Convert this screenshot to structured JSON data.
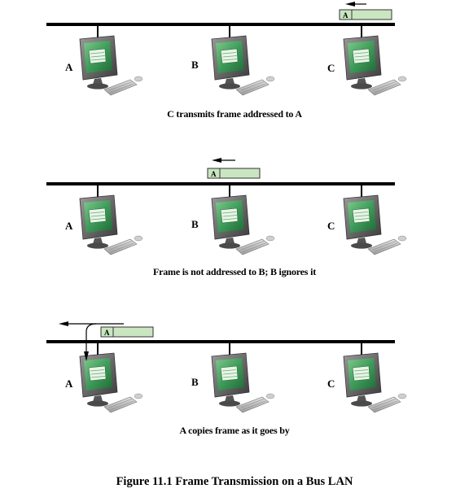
{
  "panels": [
    {
      "nodes": [
        {
          "label": "A"
        },
        {
          "label": "B"
        },
        {
          "label": "C"
        }
      ],
      "frame": {
        "label": "A",
        "position": "over-C",
        "direction": "left"
      },
      "caption": "C transmits frame addressed to A"
    },
    {
      "nodes": [
        {
          "label": "A"
        },
        {
          "label": "B"
        },
        {
          "label": "C"
        }
      ],
      "frame": {
        "label": "A",
        "position": "over-B",
        "direction": "left"
      },
      "caption": "Frame is not addressed to B; B ignores it"
    },
    {
      "nodes": [
        {
          "label": "A"
        },
        {
          "label": "B"
        },
        {
          "label": "C"
        }
      ],
      "frame": {
        "label": "A",
        "position": "over-A",
        "direction": "left",
        "copy_arrow_down": true
      },
      "caption": "A copies frame as it goes by"
    }
  ],
  "figure_caption": "Figure 11.1  Frame Transmission on a Bus LAN",
  "colors": {
    "bus": "#000000",
    "frame_fill": "#c9e6c0",
    "frame_stroke": "#333333",
    "screen": "#3f9b5a",
    "monitor": "#6a6a6a"
  }
}
